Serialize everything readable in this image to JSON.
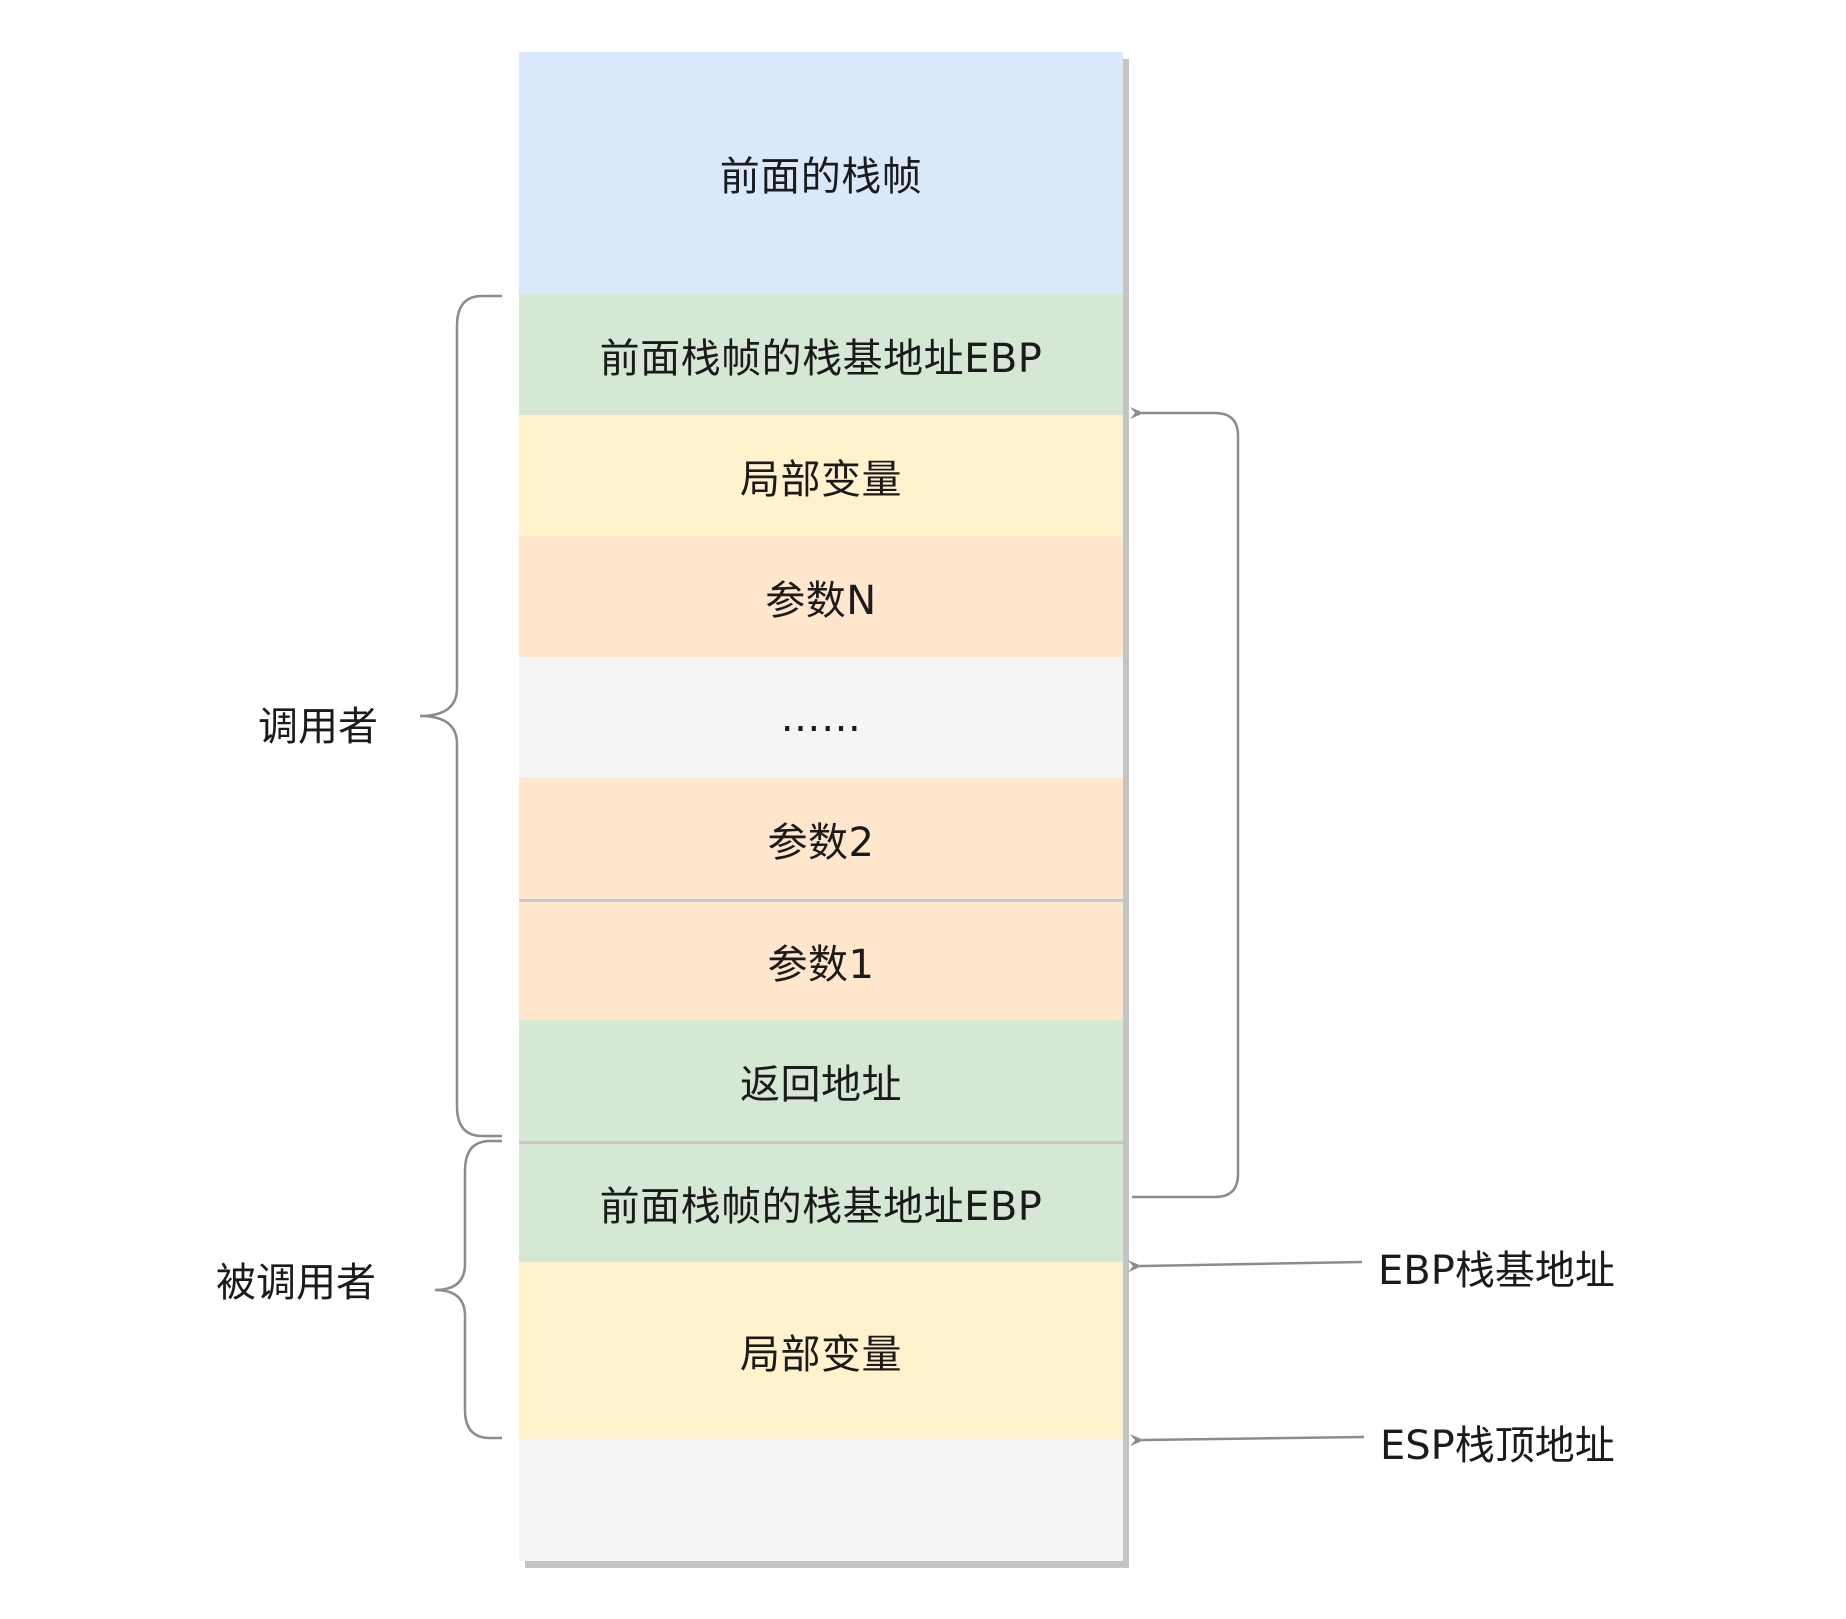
{
  "stack": {
    "prev_frame": "前面的栈帧",
    "caller_prev_ebp": "前面栈帧的栈基地址EBP",
    "caller_locals": "局部变量",
    "param_n": "参数N",
    "ellipsis": "……",
    "param_2": "参数2",
    "param_1": "参数1",
    "return_address": "返回地址",
    "callee_prev_ebp": "前面栈帧的栈基地址EBP",
    "callee_locals": "局部变量",
    "empty": ""
  },
  "groups": {
    "caller": "调用者",
    "callee": "被调用者"
  },
  "pointers": {
    "ebp": "EBP栈基地址",
    "esp": "ESP栈顶地址"
  },
  "colors": {
    "blue": "#dae8fc",
    "green": "#d5e8d4",
    "yellow": "#fff2cc",
    "orange": "#ffe6cc",
    "gray": "#f5f5f5",
    "connector": "#8c8c8c"
  }
}
